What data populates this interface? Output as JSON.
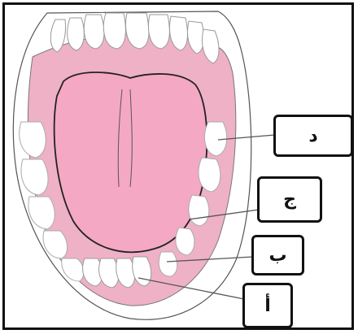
{
  "diagram": {
    "labels": [
      {
        "id": "d",
        "text": "د"
      },
      {
        "id": "j",
        "text": "ج"
      },
      {
        "id": "b",
        "text": "ب"
      },
      {
        "id": "a",
        "text": "أ"
      }
    ]
  },
  "colors": {
    "gum": "#efb1c6",
    "tongue": "#f4a8c4",
    "outline": "#222222",
    "tooth": "#ffffff",
    "tooth_shadow": "#e8e8e8"
  }
}
